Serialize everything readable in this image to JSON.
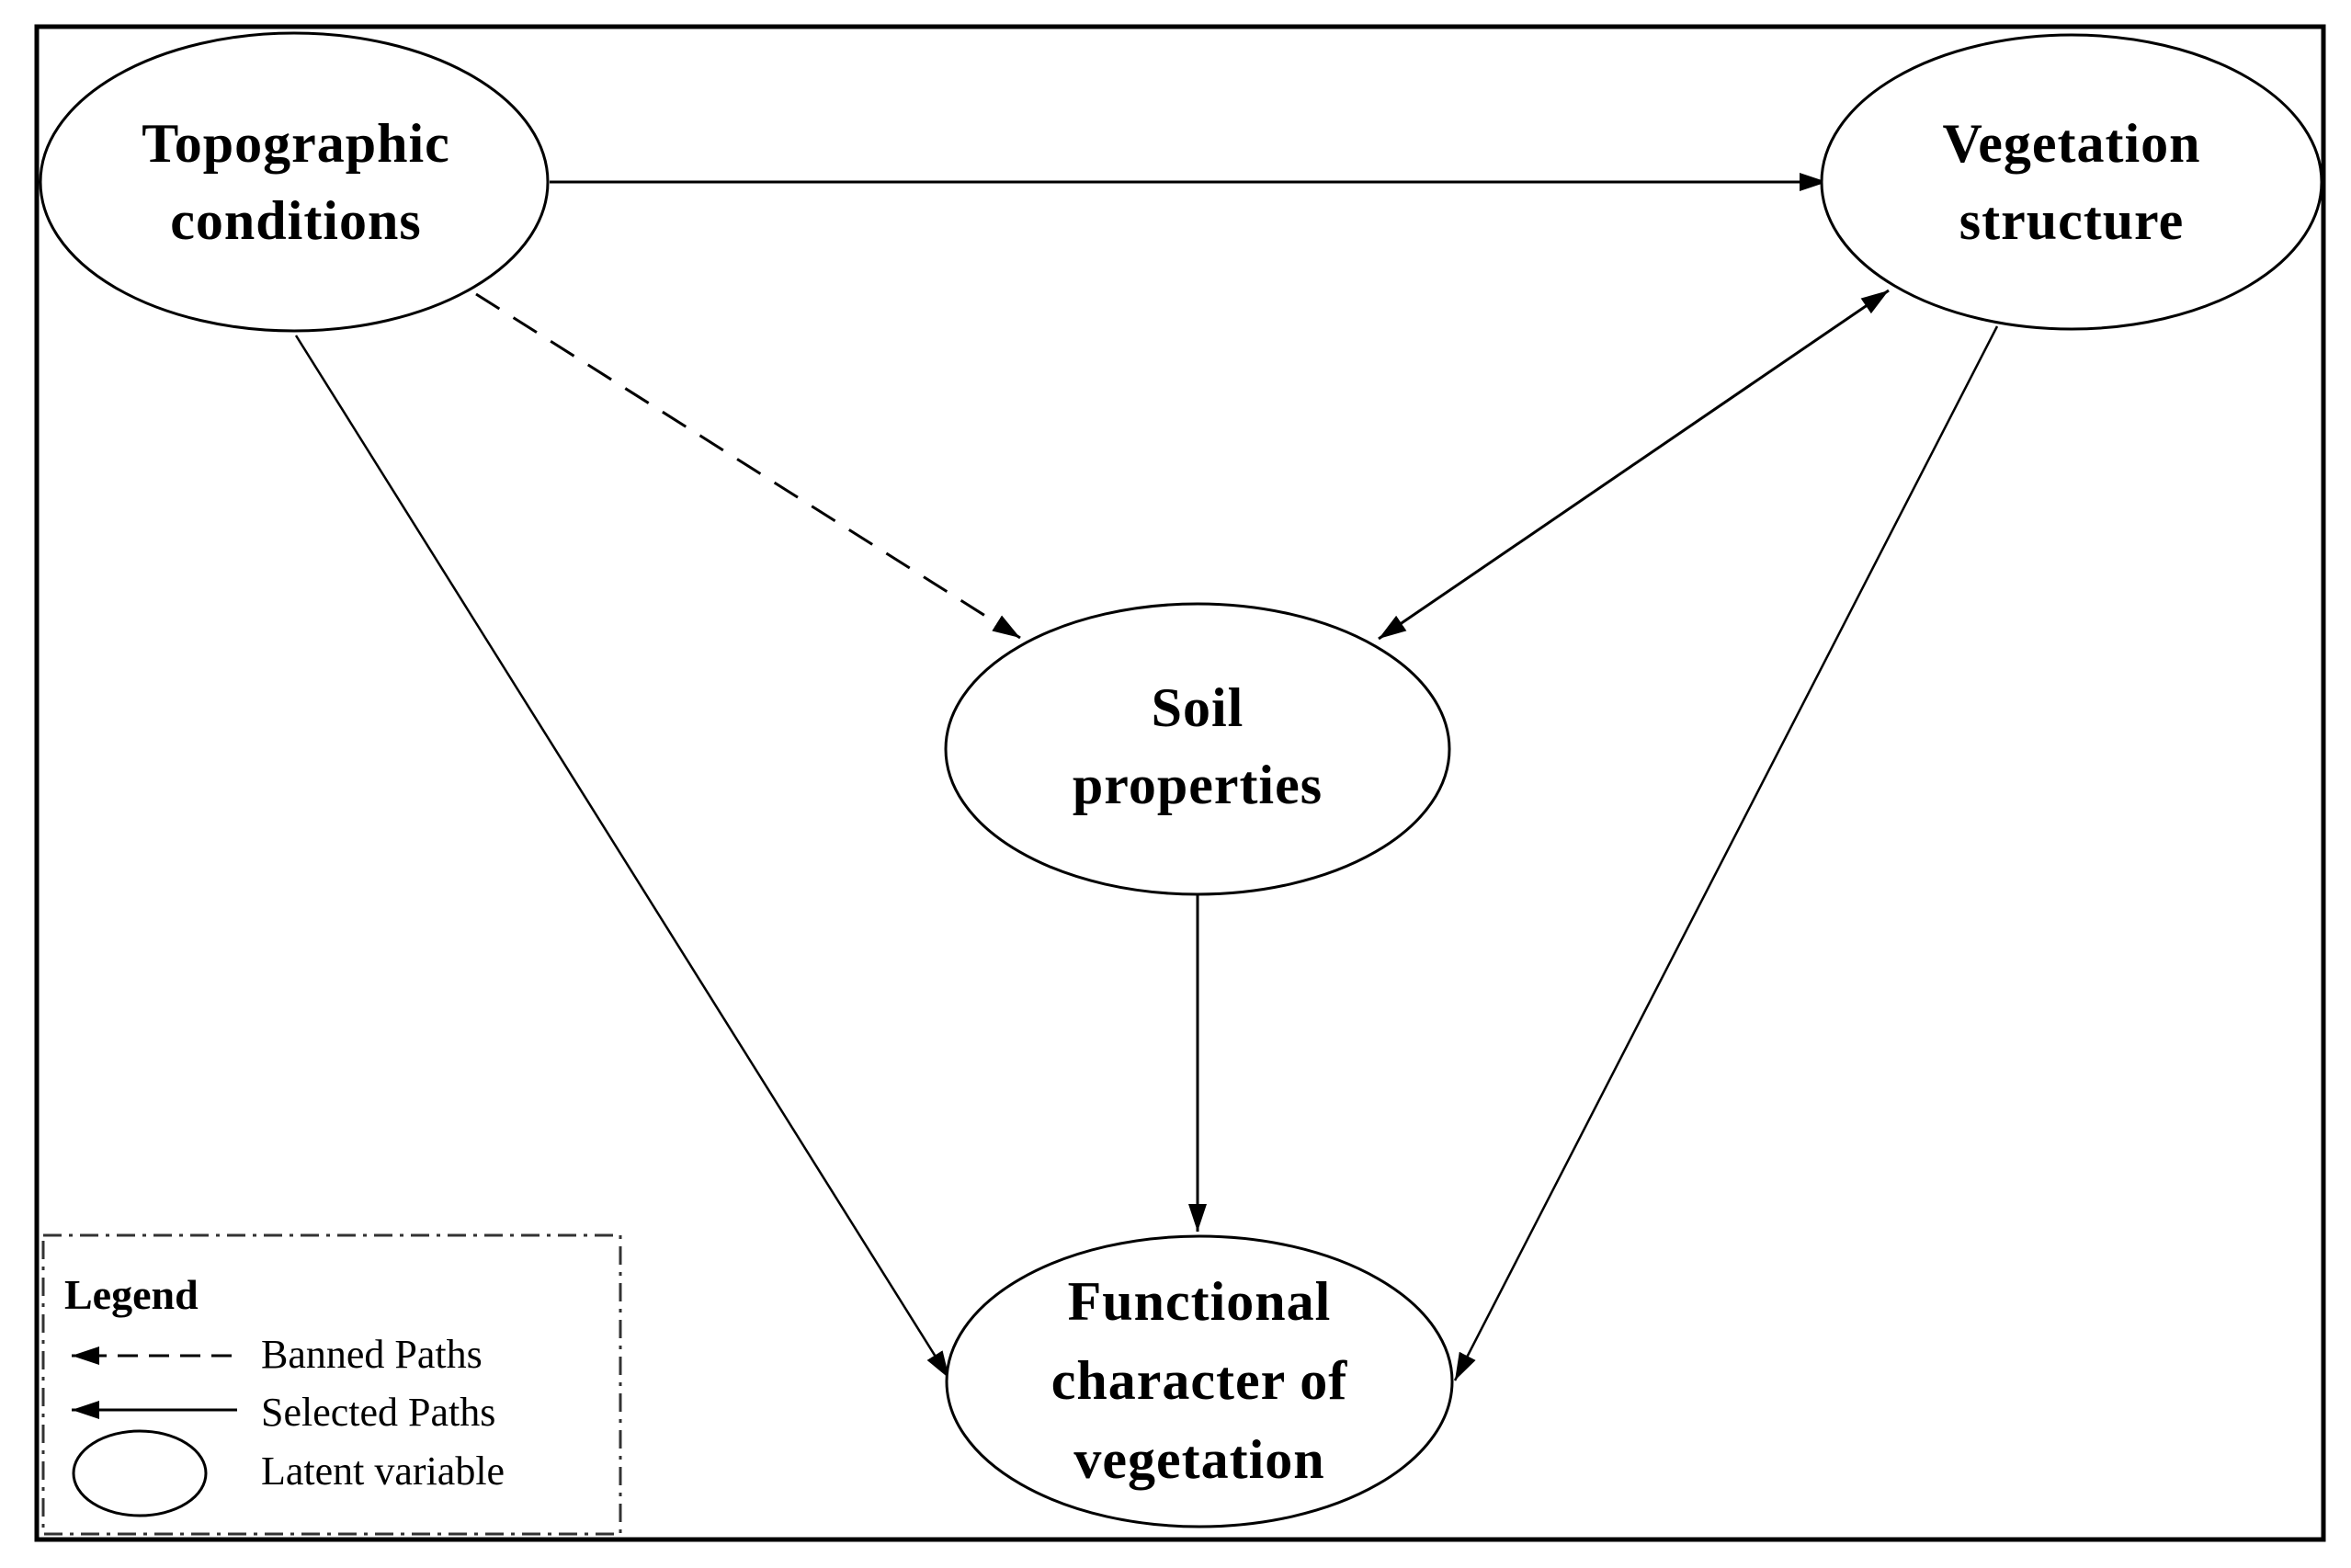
{
  "nodes": {
    "topographic": {
      "line1": "Topographic",
      "line2": "conditions"
    },
    "vegetation_structure": {
      "line1": "Vegetation",
      "line2": "structure"
    },
    "soil": {
      "line1": "Soil",
      "line2": "properties"
    },
    "functional": {
      "line1": "Functional",
      "line2": "character of",
      "line3": "vegetation"
    }
  },
  "edges": [
    {
      "from": "Topographic conditions",
      "to": "Vegetation structure",
      "style": "solid"
    },
    {
      "from": "Topographic conditions",
      "to": "Soil properties",
      "style": "dashed"
    },
    {
      "from": "Topographic conditions",
      "to": "Functional character of vegetation",
      "style": "solid"
    },
    {
      "from": "Vegetation structure",
      "to": "Soil properties",
      "style": "solid-bidirectional"
    },
    {
      "from": "Vegetation structure",
      "to": "Functional character of vegetation",
      "style": "solid"
    },
    {
      "from": "Soil properties",
      "to": "Functional character of vegetation",
      "style": "solid"
    }
  ],
  "legend": {
    "title": "Legend",
    "banned": "Banned Paths",
    "selected": "Selected Paths",
    "latent": "Latent variable"
  },
  "colors": {
    "stroke": "#000000",
    "background": "#ffffff"
  }
}
